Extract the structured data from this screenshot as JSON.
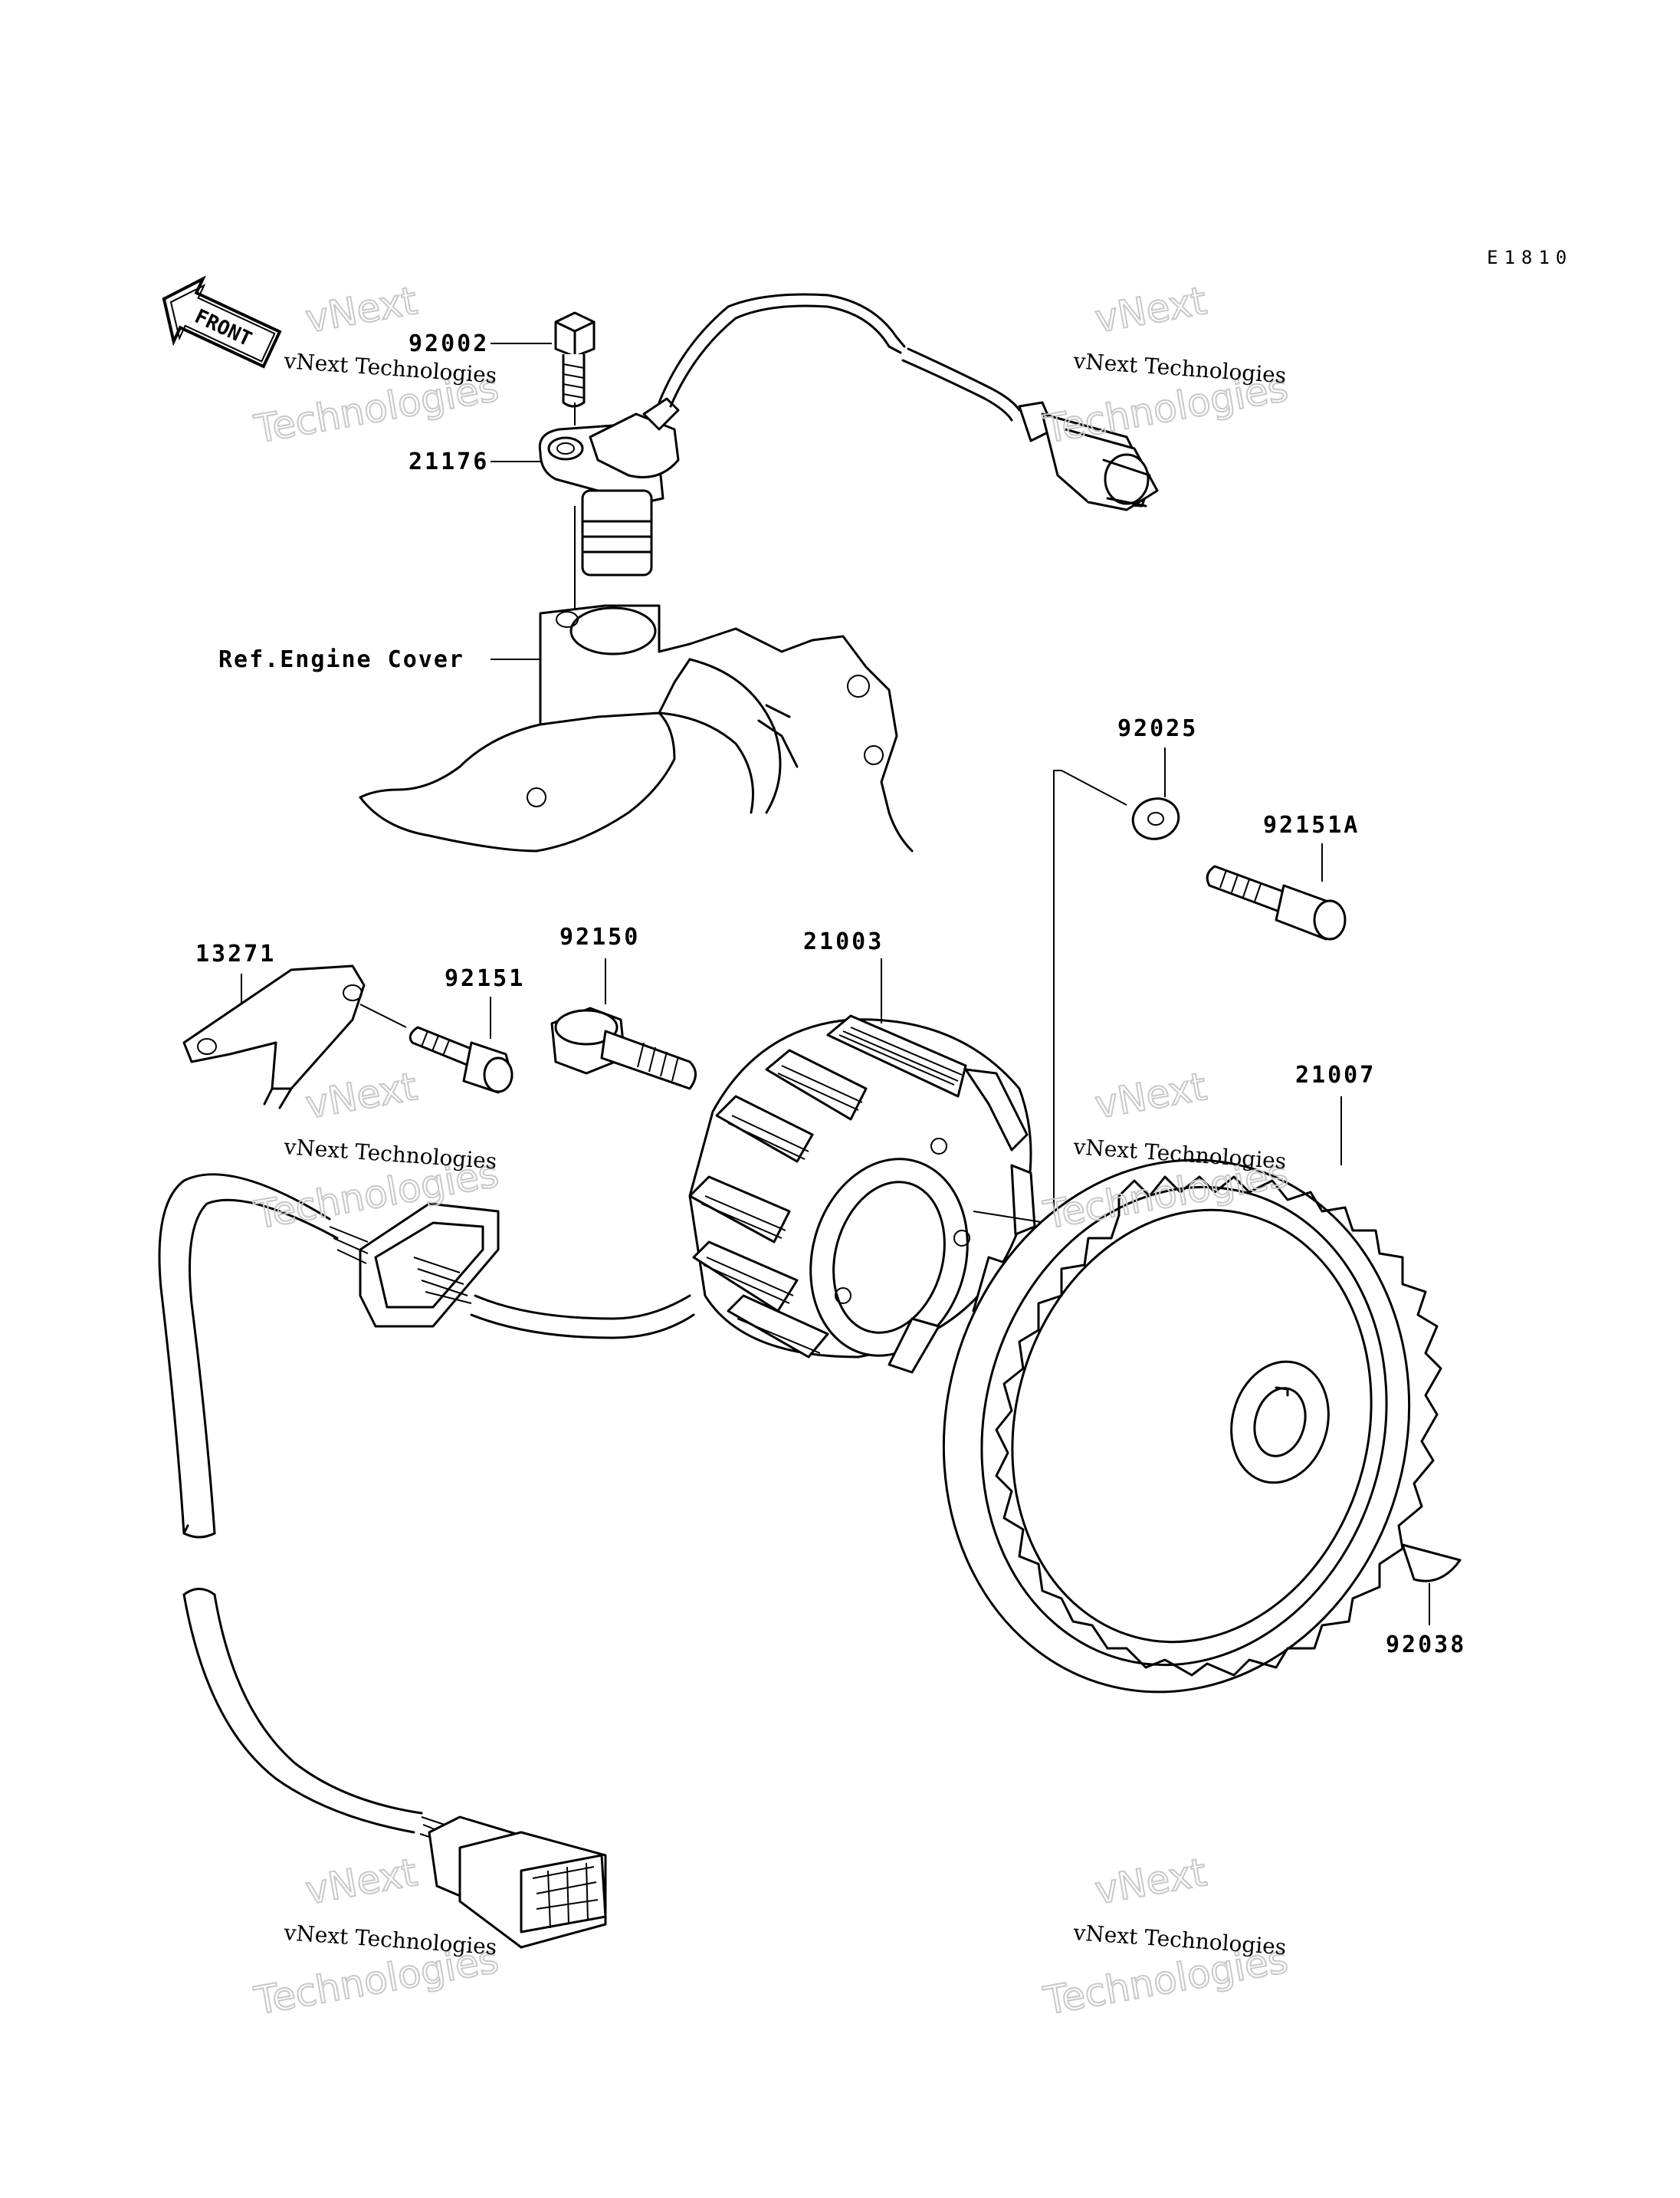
{
  "diagram_code": "E1810",
  "front_label": "FRONT",
  "reference_label": "Ref.Engine Cover",
  "parts": {
    "p92002": "92002",
    "p21176": "21176",
    "p92025": "92025",
    "p92151A": "92151A",
    "p13271": "13271",
    "p92150": "92150",
    "p92151": "92151",
    "p21003": "21003",
    "p21007": "21007",
    "p92038": "92038"
  },
  "watermark": {
    "line1": "vNext Technologies",
    "big_top": "vNext",
    "big_bottom": "Technologies"
  }
}
